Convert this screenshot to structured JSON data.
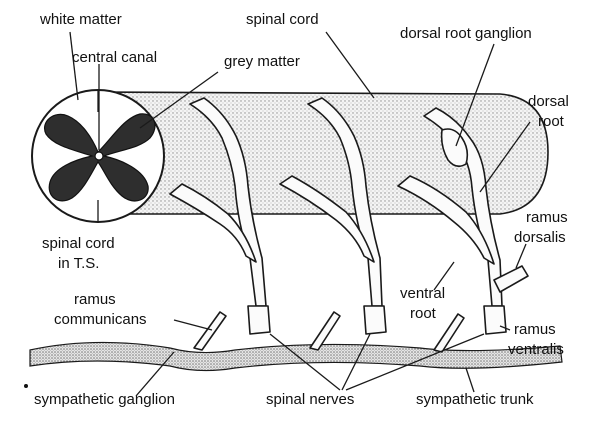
{
  "labels": {
    "white_matter": "white matter",
    "central_canal": "central canal",
    "grey_matter": "grey matter",
    "spinal_cord": "spinal cord",
    "dorsal_root_ganglion": "dorsal root ganglion",
    "dorsal_root_line1": "dorsal",
    "dorsal_root_line2": "root",
    "spinal_cord_ts_line1": "spinal cord",
    "spinal_cord_ts_line2": "in T.S.",
    "ramus_dorsalis_line1": "ramus",
    "ramus_dorsalis_line2": "dorsalis",
    "ramus_communicans_line1": "ramus",
    "ramus_communicans_line2": "communicans",
    "ventral_root_line1": "ventral",
    "ventral_root_line2": "root",
    "ramus_ventralis_line1": "ramus",
    "ramus_ventralis_line2": "ventralis",
    "sympathetic_ganglion": "sympathetic ganglion",
    "spinal_nerves": "spinal nerves",
    "sympathetic_trunk": "sympathetic trunk"
  },
  "colors": {
    "grey_matter": "#2e2e2e",
    "cord_stipple": "#8c8c8c",
    "outline": "#1a1a1a"
  }
}
